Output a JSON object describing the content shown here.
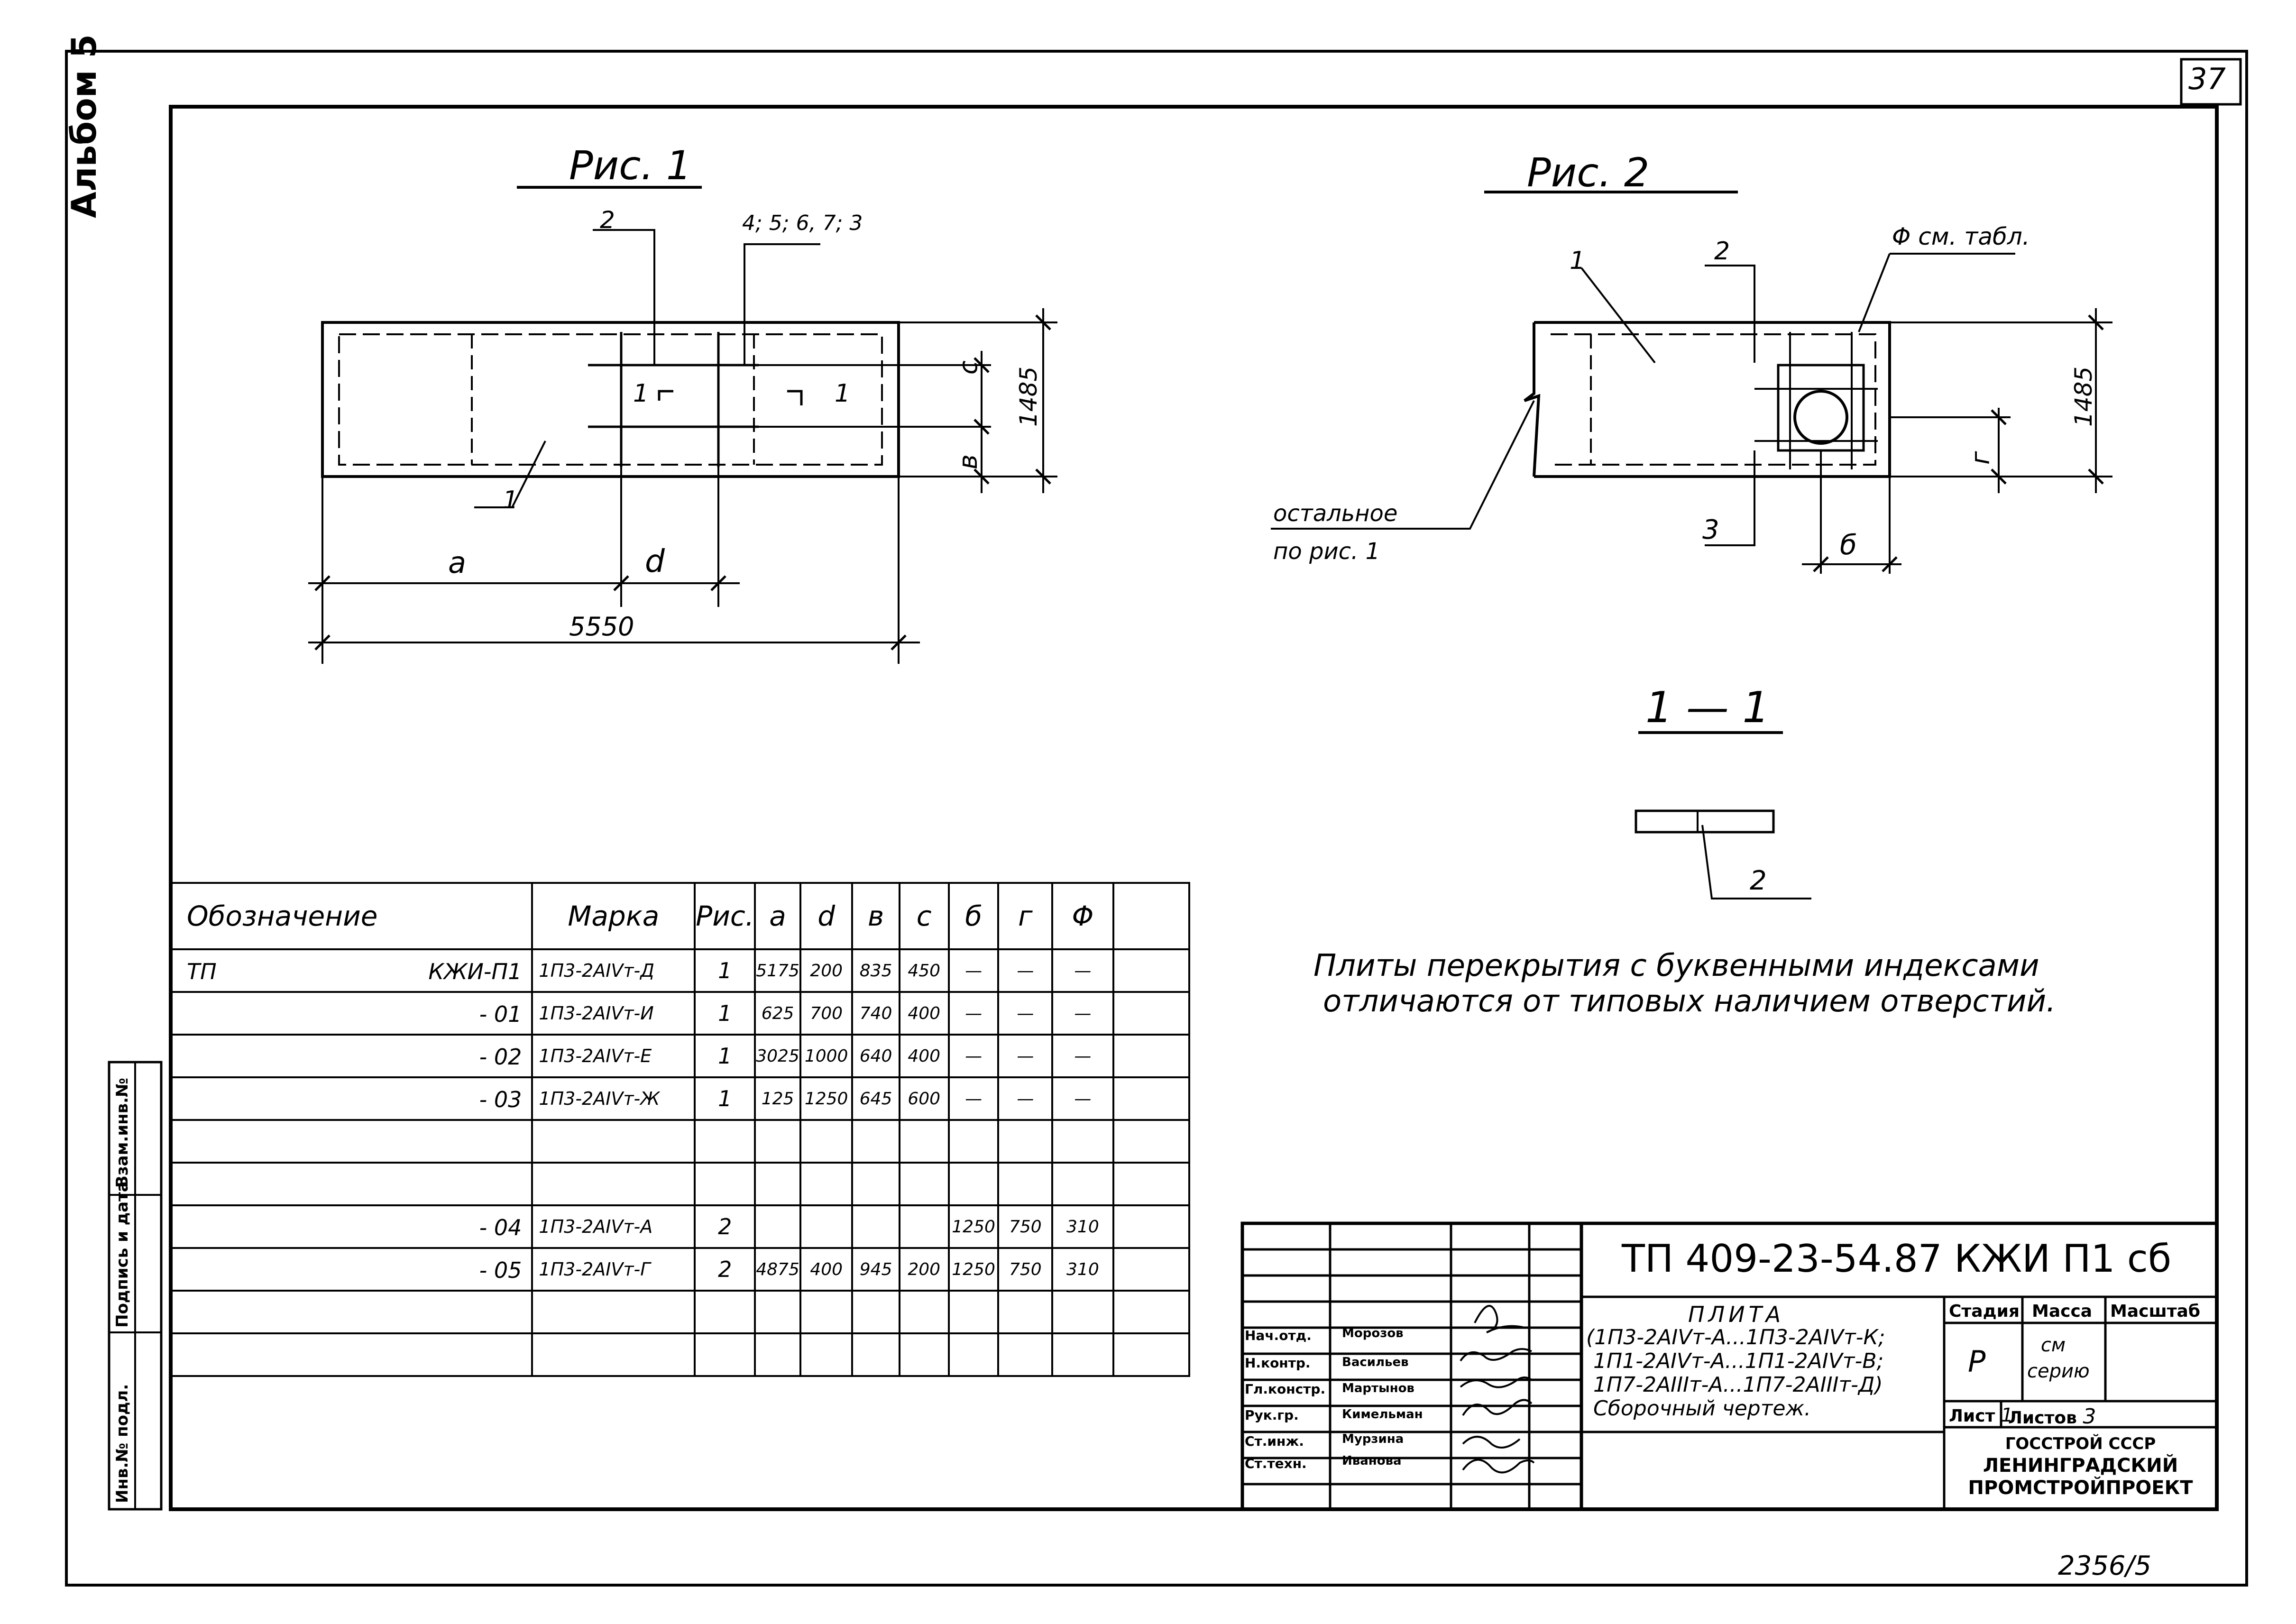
{
  "sheet": {
    "page_number": "37",
    "album_label": "Альбом 5",
    "inventory_number": "2356/5",
    "margin_labels": [
      "Инв.№ подл.",
      "Подпись и дата",
      "Взам.инв.№"
    ]
  },
  "figure1": {
    "title": "Рис. 1",
    "callout_2": "2",
    "callout_group": "4; 5; 6, 7; 3",
    "callout_1": "1",
    "section_mark": "1",
    "dim_a": "a",
    "dim_d": "d",
    "dim_total": "5550",
    "dim_c": "c",
    "dim_b": "в",
    "dim_height": "1485"
  },
  "figure2": {
    "title": "Рис. 2",
    "callout_1": "1",
    "callout_2": "2",
    "callout_3": "3",
    "callout_phi": "Φ см. табл.",
    "note_rest_1": "остальное",
    "note_rest_2": "по рис. 1",
    "dim_b6": "б",
    "dim_g": "г",
    "dim_height": "1485"
  },
  "section": {
    "title": "1 — 1",
    "callout": "2"
  },
  "note": {
    "line1": "Плиты перекрытия с буквенными индексами",
    "line2": "отличаются от типовых наличием отверстий."
  },
  "spec_table": {
    "headers": [
      "Обозначение",
      "Марка",
      "Рис.",
      "a",
      "d",
      "в",
      "c",
      "б",
      "г",
      "Φ",
      ""
    ],
    "rows": [
      {
        "desig_prefix": "ТП",
        "desig": "КЖИ-П1",
        "mark": "1П3-2АIVт-Д",
        "fig": "1",
        "a": "5175",
        "d": "200",
        "v": "835",
        "c": "450",
        "b6": "—",
        "g": "—",
        "phi": "—"
      },
      {
        "desig_prefix": "",
        "desig": "- 01",
        "mark": "1П3-2АIVт-И",
        "fig": "1",
        "a": "625",
        "d": "700",
        "v": "740",
        "c": "400",
        "b6": "—",
        "g": "—",
        "phi": "—"
      },
      {
        "desig_prefix": "",
        "desig": "- 02",
        "mark": "1П3-2АIVт-Е",
        "fig": "1",
        "a": "3025",
        "d": "1000",
        "v": "640",
        "c": "400",
        "b6": "—",
        "g": "—",
        "phi": "—"
      },
      {
        "desig_prefix": "",
        "desig": "- 03",
        "mark": "1П3-2АIVт-Ж",
        "fig": "1",
        "a": "125",
        "d": "1250",
        "v": "645",
        "c": "600",
        "b6": "—",
        "g": "—",
        "phi": "—"
      },
      {
        "desig_prefix": "",
        "desig": "",
        "mark": "",
        "fig": "",
        "a": "",
        "d": "",
        "v": "",
        "c": "",
        "b6": "",
        "g": "",
        "phi": ""
      },
      {
        "desig_prefix": "",
        "desig": "",
        "mark": "",
        "fig": "",
        "a": "",
        "d": "",
        "v": "",
        "c": "",
        "b6": "",
        "g": "",
        "phi": ""
      },
      {
        "desig_prefix": "",
        "desig": "- 04",
        "mark": "1П3-2АIVт-А",
        "fig": "2",
        "a": "",
        "d": "",
        "v": "",
        "c": "",
        "b6": "1250",
        "g": "750",
        "phi": "310"
      },
      {
        "desig_prefix": "",
        "desig": "- 05",
        "mark": "1П3-2АIVт-Г",
        "fig": "2",
        "a": "4875",
        "d": "400",
        "v": "945",
        "c": "200",
        "b6": "1250",
        "g": "750",
        "phi": "310"
      },
      {
        "desig_prefix": "",
        "desig": "",
        "mark": "",
        "fig": "",
        "a": "",
        "d": "",
        "v": "",
        "c": "",
        "b6": "",
        "g": "",
        "phi": ""
      },
      {
        "desig_prefix": "",
        "desig": "",
        "mark": "",
        "fig": "",
        "a": "",
        "d": "",
        "v": "",
        "c": "",
        "b6": "",
        "g": "",
        "phi": ""
      }
    ]
  },
  "title_block": {
    "code": "ТП 409-23-54.87 КЖИ П1 сб",
    "title_lines": [
      "ПЛИТА",
      "(1П3-2АIVт-А...1П3-2АIVт-К;",
      "1П1-2АIVт-А...1П1-2АIVт-В;",
      "1П7-2АIIIт-А...1П7-2АIIIт-Д)",
      "Сборочный чертеж."
    ],
    "stage_header": "Стадия",
    "mass_header": "Масса",
    "scale_header": "Масштаб",
    "stage_value": "Р",
    "mass_value": "см серию",
    "sheet_label": "Лист",
    "sheet_value": "1",
    "sheets_label": "Листов",
    "sheets_value": "3",
    "org_lines": [
      "ГОССТРОЙ СССР",
      "ЛЕНИНГРАДСКИЙ",
      "ПРОМСТРОЙПРОЕКТ"
    ],
    "staff": [
      {
        "role": "Нач.отд.",
        "name": "Морозов"
      },
      {
        "role": "Н.контр.",
        "name": "Васильев"
      },
      {
        "role": "Гл.констр.",
        "name": "Мартынов"
      },
      {
        "role": "Рук.гр.",
        "name": "Кимельман"
      },
      {
        "role": "Ст.инж.",
        "name": "Мурзина"
      },
      {
        "role": "Ст.техн.",
        "name": "Иванова"
      }
    ]
  }
}
